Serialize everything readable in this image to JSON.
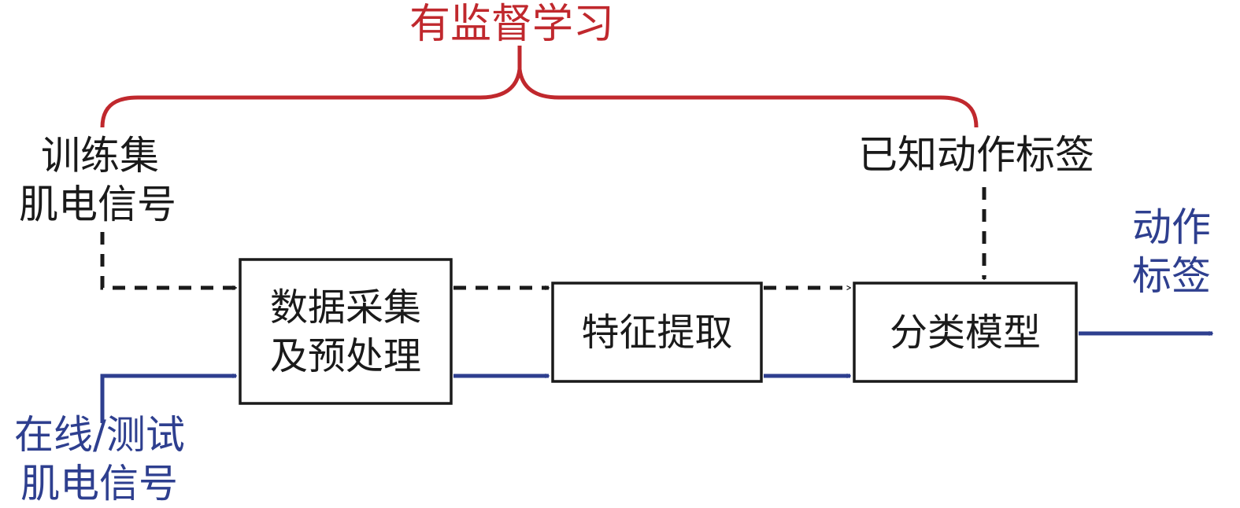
{
  "supervised": {
    "title": "有监督学习"
  },
  "training_input": {
    "line1": "训练集",
    "line2": "肌电信号"
  },
  "known_labels": {
    "label": "已知动作标签"
  },
  "online_input": {
    "line1": "在线/测试",
    "line2": "肌电信号"
  },
  "output": {
    "line1": "动作",
    "line2": "标签"
  },
  "blocks": {
    "acquisition": {
      "line1": "数据采集",
      "line2": "及预处理"
    },
    "features": {
      "label": "特征提取"
    },
    "classifier": {
      "label": "分类模型"
    }
  },
  "colors": {
    "supervised": "#c0282d",
    "online_path": "#2e3f8f",
    "training_path": "#1a1a1a"
  }
}
